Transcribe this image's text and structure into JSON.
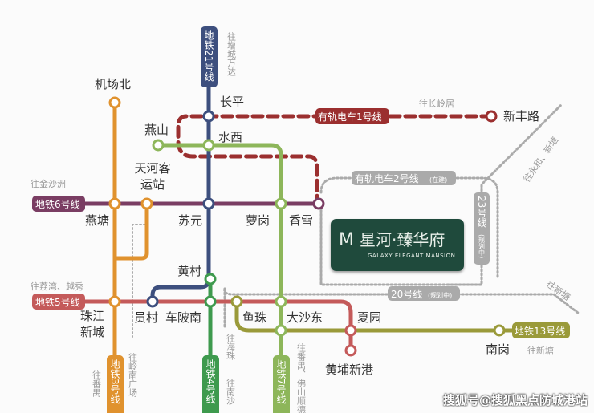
{
  "lines": {
    "l21": {
      "label": "地铁21号线",
      "color": "#3d4f7e",
      "dir": "往增城万达"
    },
    "l6": {
      "label": "地铁6号线",
      "color": "#7a3d63",
      "dir": "往金沙洲"
    },
    "l5": {
      "label": "地铁5号线",
      "color": "#c45a5a",
      "dir": "往荔湾、越秀"
    },
    "l3": {
      "label": "地铁3号线",
      "color": "#e0922e",
      "dir": "往番禺"
    },
    "l4": {
      "label": "地铁4号线",
      "color": "#3e9a4e",
      "dir": "往南沙"
    },
    "l7": {
      "label": "地铁7号线",
      "color": "#8db65a",
      "dir": "往番禺、佛山顺德"
    },
    "l13": {
      "label": "地铁13号线",
      "color": "#9a9a3a",
      "dir": "往新塘"
    },
    "tram1": {
      "label": "有轨电车1号线",
      "color": "#9b2f2f",
      "dir": "往长岭居"
    },
    "tram2": {
      "label": "有轨电车2号线",
      "note": "(在建)",
      "color": "#aaaaaa"
    },
    "l23": {
      "label": "23号线",
      "note": "(规划中)",
      "dir": "往永和、新塘"
    },
    "l20": {
      "label": "20号线",
      "note": "(规划中)",
      "dir": "往新塘"
    }
  },
  "other_dirs": {
    "lingnan": "往岭南广场",
    "haizhu": "往海珠"
  },
  "stations": {
    "jichangbei": "机场北",
    "changping": "长平",
    "yanshan": "燕山",
    "shuixi": "水西",
    "tianhe": "天河客运站",
    "yantang": "燕塘",
    "suyuan": "苏元",
    "luogang": "萝岗",
    "xiangxue": "香雪",
    "huangcun": "黄村",
    "zhujiang": "珠江新城",
    "yuancun": "员村",
    "chebeinan": "车陂南",
    "yuzhu": "鱼珠",
    "dashadong": "大沙东",
    "xiayuan": "夏园",
    "huangpu": "黄埔新港",
    "nangang": "南岗",
    "xinfeng": "新丰路"
  },
  "project": {
    "mark": "M",
    "name": "星河·臻华府",
    "en": "GALAXY ELEGANT MANSION"
  },
  "watermark": "搜狐号@搜狐黑点防城港站"
}
